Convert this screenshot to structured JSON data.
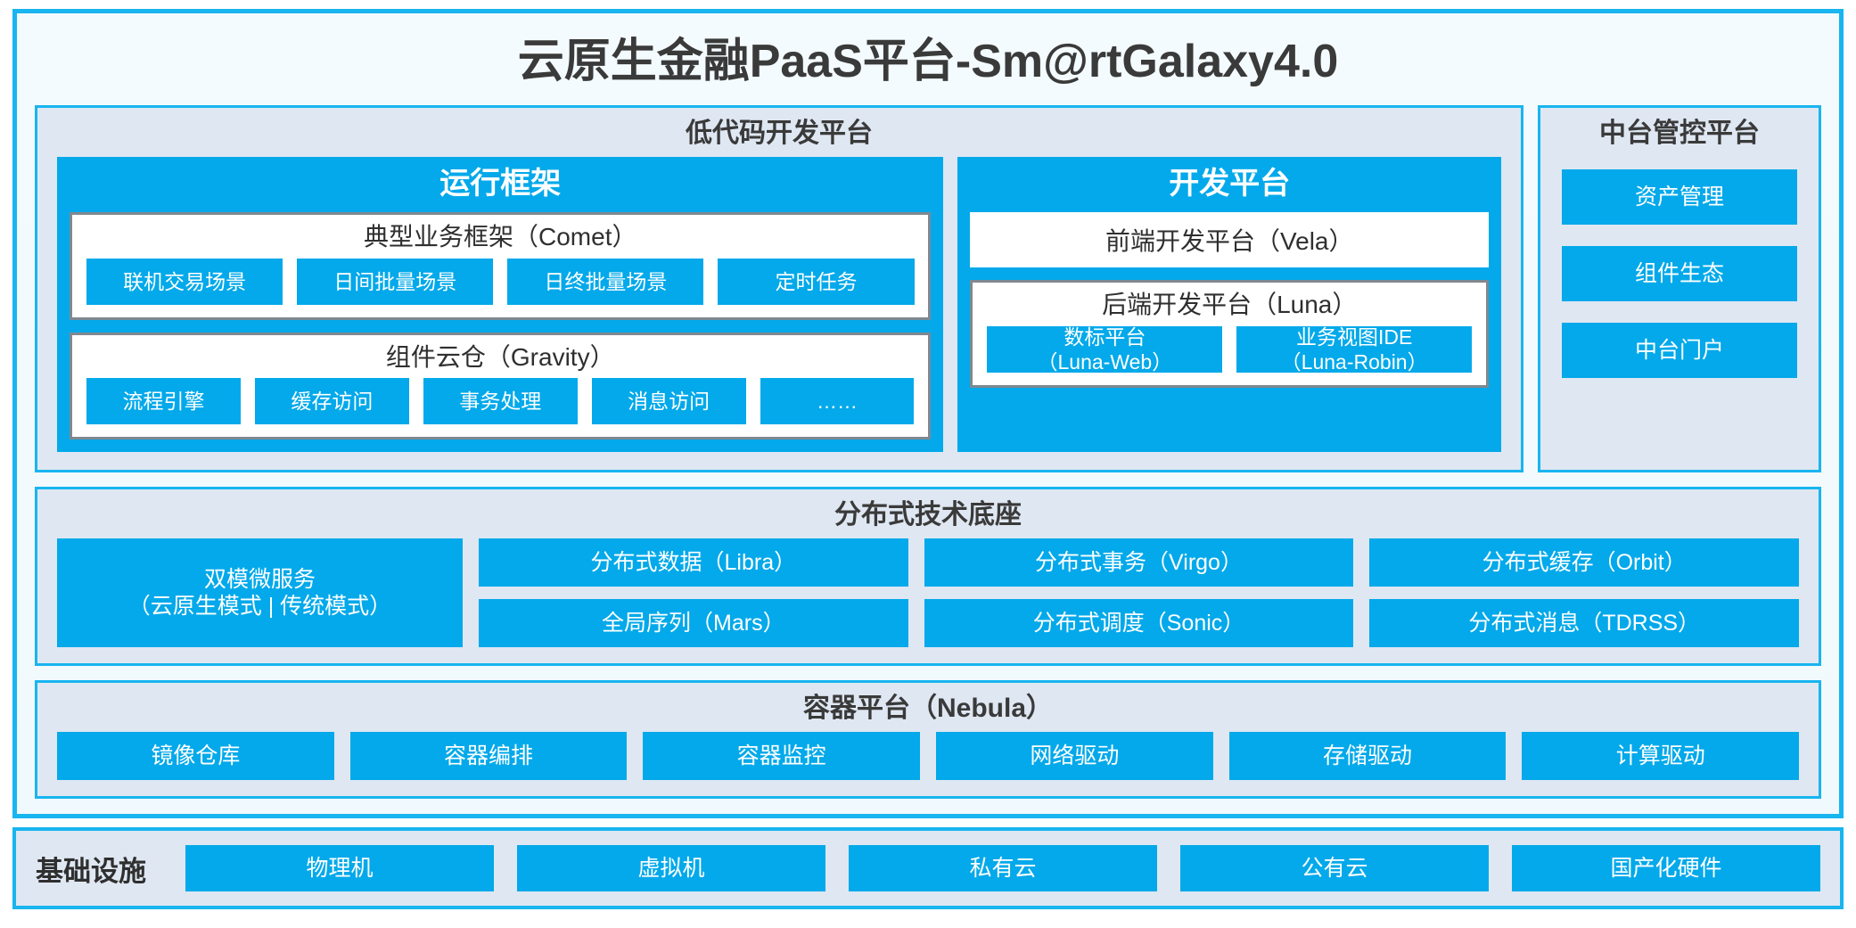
{
  "accent": {
    "border_blue": "#18b5ef",
    "tile_blue": "#03a9ea",
    "panel_bg": "#dfe7f2",
    "frame_bg": "#f2fafd",
    "card_border_gray": "#808890",
    "text_dark": "#2f2f2f"
  },
  "title": "云原生金融PaaS平台-Sm@rtGalaxy4.0",
  "lowcode": {
    "title": "低代码开发平台",
    "runtime": {
      "title": "运行框架",
      "comet": {
        "title": "典型业务框架（Comet）",
        "tiles": [
          "联机交易场景",
          "日间批量场景",
          "日终批量场景",
          "定时任务"
        ]
      },
      "gravity": {
        "title": "组件云仓（Gravity）",
        "tiles": [
          "流程引擎",
          "缓存访问",
          "事务处理",
          "消息访问",
          "……"
        ]
      }
    },
    "devplat": {
      "title": "开发平台",
      "frontend": "前端开发平台（Vela）",
      "backend": {
        "title": "后端开发平台（Luna）",
        "tiles": [
          {
            "line1": "数标平台",
            "line2": "（Luna-Web）"
          },
          {
            "line1": "业务视图IDE",
            "line2": "（Luna-Robin）"
          }
        ]
      }
    }
  },
  "zhongtai": {
    "title": "中台管控平台",
    "tiles": [
      "资产管理",
      "组件生态",
      "中台门户"
    ]
  },
  "dist_base": {
    "title": "分布式技术底座",
    "left_tile": {
      "line1": "双模微服务",
      "line2": "（云原生模式 | 传统模式）"
    },
    "groups": [
      [
        "分布式数据（Libra）",
        "全局序列（Mars）"
      ],
      [
        "分布式事务（Virgo）",
        "分布式调度（Sonic）"
      ],
      [
        "分布式缓存（Orbit）",
        "分布式消息（TDRSS）"
      ]
    ]
  },
  "container": {
    "title": "容器平台（Nebula）",
    "tiles": [
      "镜像仓库",
      "容器编排",
      "容器监控",
      "网络驱动",
      "存储驱动",
      "计算驱动"
    ]
  },
  "infra": {
    "label": "基础设施",
    "tiles": [
      "物理机",
      "虚拟机",
      "私有云",
      "公有云",
      "国产化硬件"
    ]
  }
}
